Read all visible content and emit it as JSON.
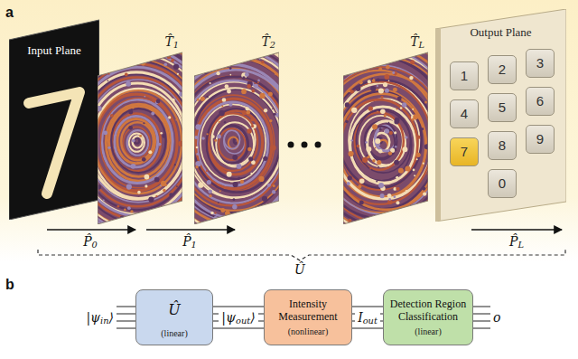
{
  "diagram": {
    "nodes": [
      {
        "text": [
          "Input Plane"
        ]
      },
      {
        "text": [
          "T̂1"
        ]
      },
      {
        "text": [
          "T̂2"
        ]
      },
      {
        "text": [
          "T̂L"
        ]
      },
      {
        "text": [
          "Output Plane"
        ]
      },
      {
        "text": [
          "1"
        ],
        "in": 4
      },
      {
        "text": [
          "2"
        ],
        "in": 4
      },
      {
        "text": [
          "3"
        ],
        "in": 4
      },
      {
        "text": [
          "4"
        ],
        "in": 4
      },
      {
        "text": [
          "5"
        ],
        "in": 4
      },
      {
        "text": [
          "6"
        ],
        "in": 4
      },
      {
        "text": [
          "7"
        ],
        "in": 4
      },
      {
        "text": [
          "8"
        ],
        "in": 4
      },
      {
        "text": [
          "9"
        ],
        "in": 4
      },
      {
        "text": [
          "0"
        ],
        "in": 4
      },
      {
        "text": [
          "Û",
          "(linear)"
        ]
      },
      {
        "text": [
          "Intensity Measurement",
          "(nonlinear)"
        ]
      },
      {
        "text": [
          "Detection Region Classification",
          "(linear)"
        ]
      }
    ],
    "edges": [
      {
        "from": 15,
        "to": 16,
        "arrow": "none",
        "label": "|ψout⟩"
      },
      {
        "from": 16,
        "to": 17,
        "arrow": "none",
        "label": "Iout"
      }
    ],
    "labels": [
      "a",
      "P̂0",
      "P̂1",
      "P̂L",
      "Û",
      "b",
      "|ψin⟩",
      "o"
    ]
  }
}
